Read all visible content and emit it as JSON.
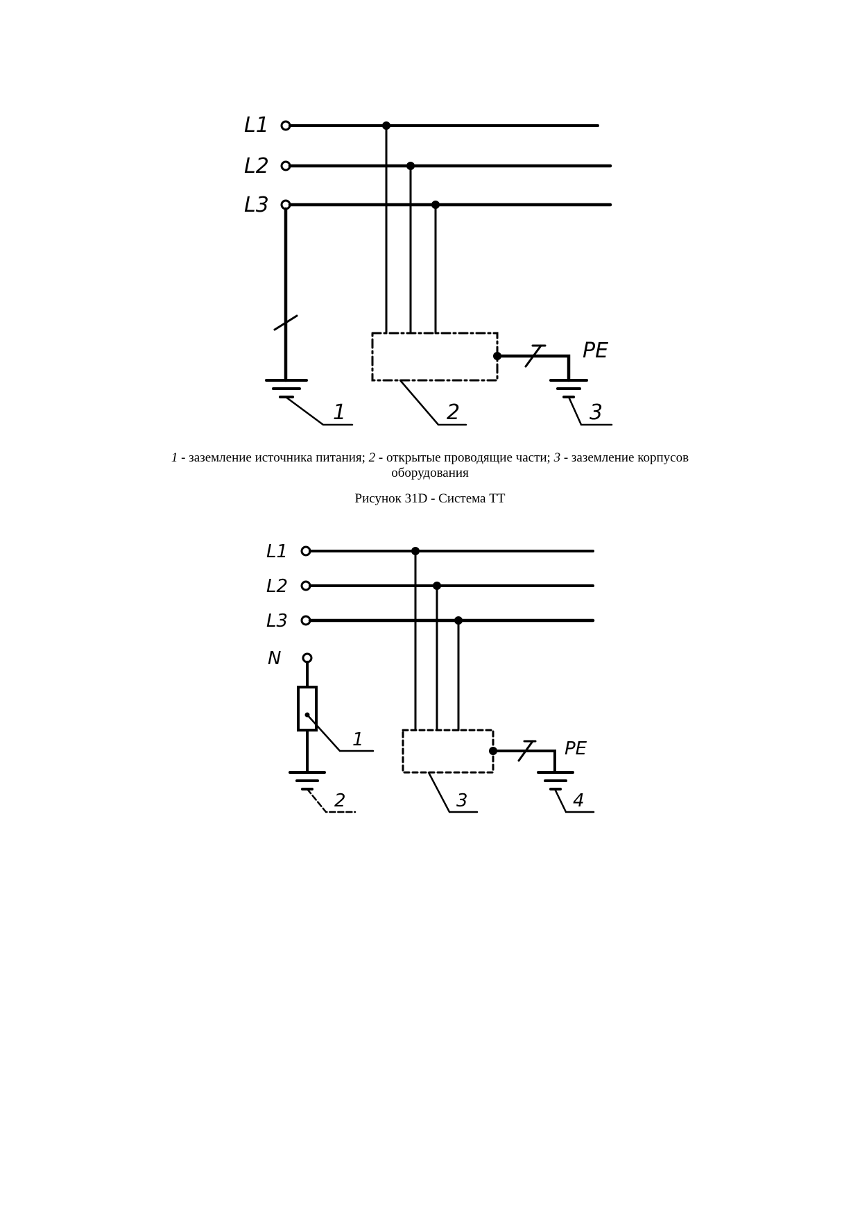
{
  "figure1": {
    "terminals": [
      "L1",
      "L2",
      "L3"
    ],
    "pe_label": "PE",
    "callouts": [
      "1",
      "2",
      "3"
    ]
  },
  "legend1": {
    "n1": "1",
    "t1": " - заземление источника питания; ",
    "n2": "2",
    "t2": " - открытые проводящие части; ",
    "n3": "3",
    "t3": " - заземление корпусов оборудования"
  },
  "figure_title": "Рисунок 31D - Система ТТ",
  "figure2": {
    "terminals": [
      "L1",
      "L2",
      "L3",
      "N"
    ],
    "pe_label": "PE",
    "callouts": [
      "1",
      "2",
      "3",
      "4"
    ]
  }
}
